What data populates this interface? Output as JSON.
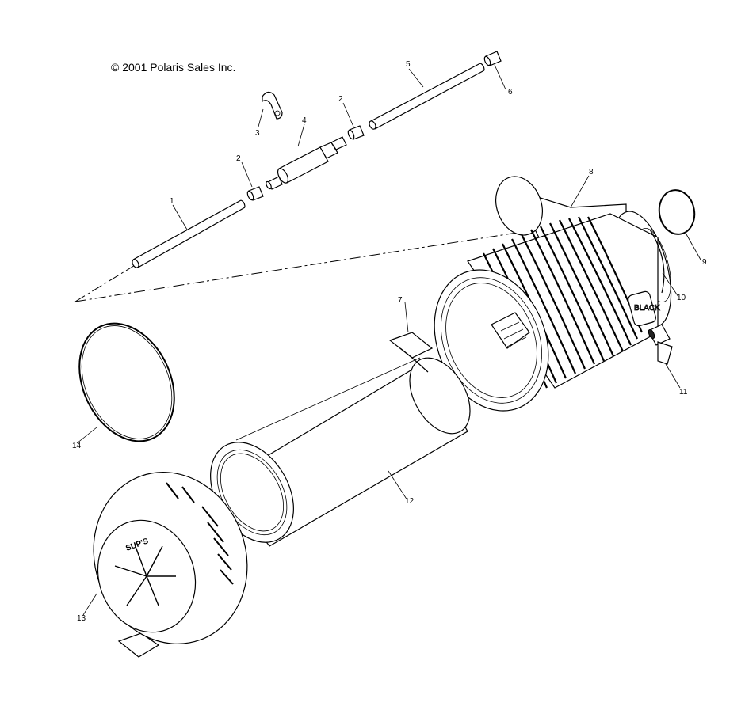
{
  "diagram": {
    "copyright": "© 2001 Polaris Sales Inc.",
    "callouts": [
      {
        "id": "1",
        "label": "1"
      },
      {
        "id": "2a",
        "label": "2"
      },
      {
        "id": "2b",
        "label": "2"
      },
      {
        "id": "3",
        "label": "3"
      },
      {
        "id": "4",
        "label": "4"
      },
      {
        "id": "5",
        "label": "5"
      },
      {
        "id": "6",
        "label": "6"
      },
      {
        "id": "7",
        "label": "7"
      },
      {
        "id": "8",
        "label": "8"
      },
      {
        "id": "9",
        "label": "9"
      },
      {
        "id": "10",
        "label": "10"
      },
      {
        "id": "11",
        "label": "11"
      },
      {
        "id": "12",
        "label": "12"
      },
      {
        "id": "13",
        "label": "13"
      },
      {
        "id": "14",
        "label": "14"
      }
    ],
    "cover_marking": "SUP'S",
    "housing_label": "BLACK"
  }
}
